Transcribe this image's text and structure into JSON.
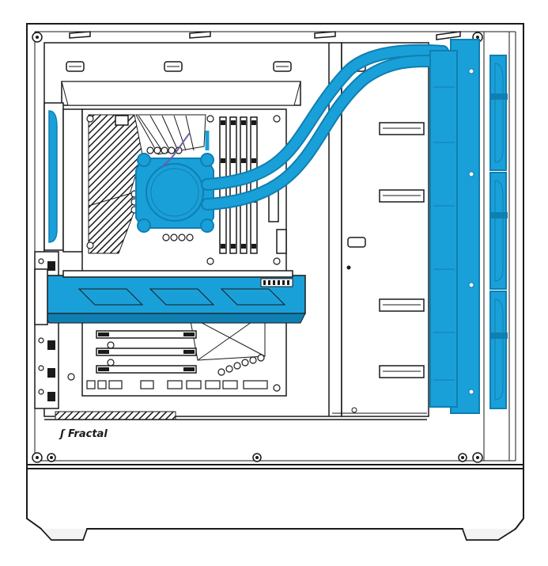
{
  "brand": {
    "logo_text": "Fractal"
  },
  "colors": {
    "accent_blue": "#1aa0d8",
    "accent_blue_dark": "#0f7fb2",
    "line": "#1a1a1a",
    "background": "#ffffff",
    "panel_grey": "#f3f3f3"
  },
  "components": {
    "radiator_fans": [
      "front-fan-top",
      "front-fan-middle",
      "front-fan-bottom"
    ],
    "pcie_slots": [
      "pcie-slot-1",
      "pcie-slot-2",
      "pcie-slot-3"
    ],
    "ram_slots": [
      "ram-slot-1",
      "ram-slot-2",
      "ram-slot-3",
      "ram-slot-4"
    ]
  }
}
